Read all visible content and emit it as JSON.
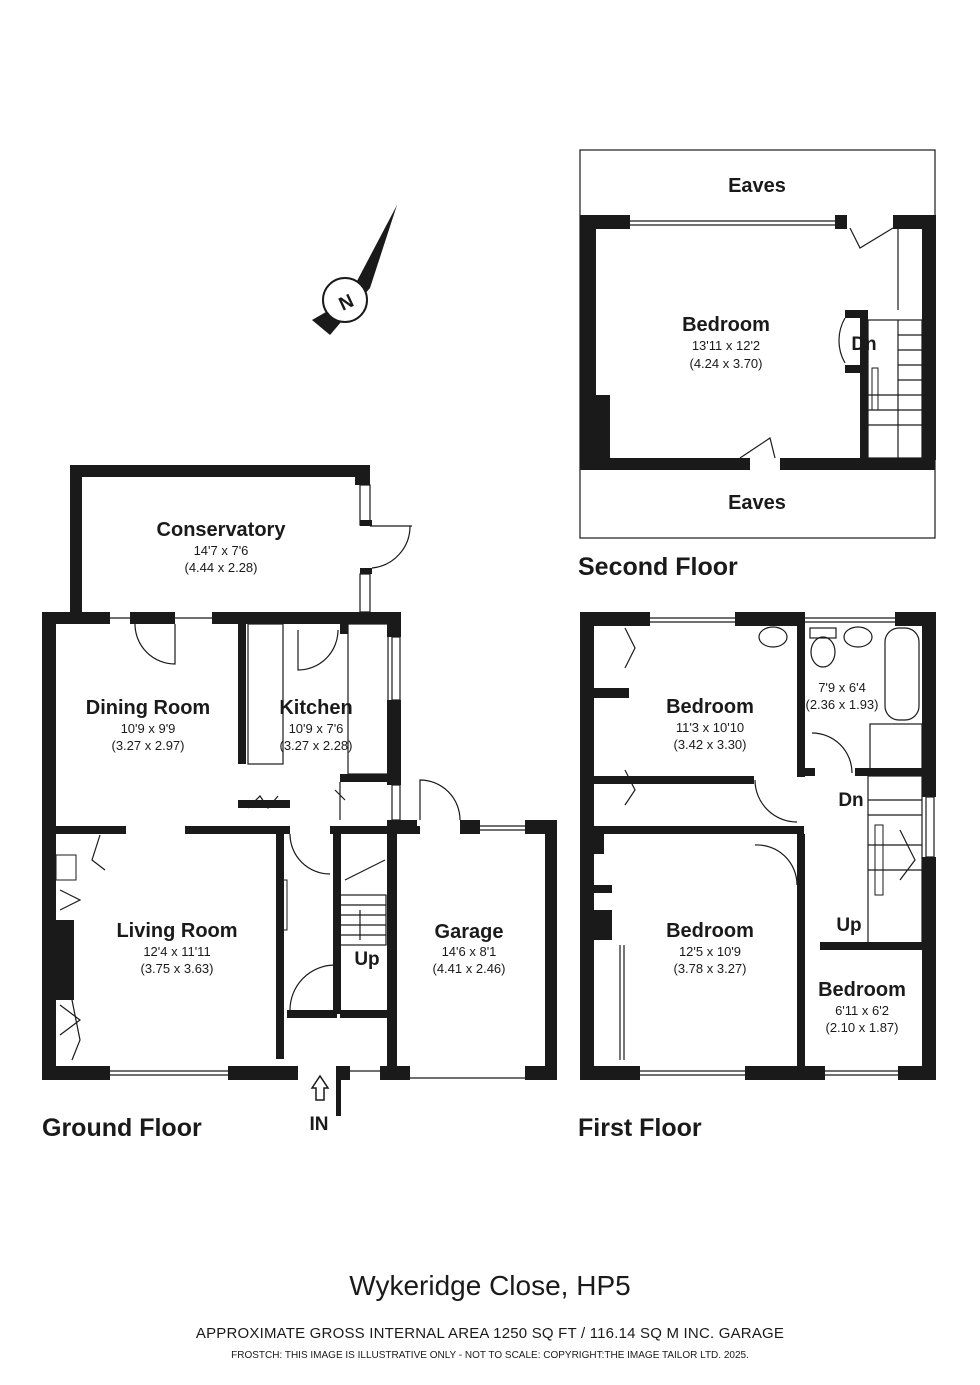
{
  "address": "Wykeridge Close, HP5",
  "area_text": "APPROXIMATE GROSS INTERNAL AREA 1250 SQ FT / 116.14 SQ M INC. GARAGE",
  "disclaimer": "FROSTCH: THIS IMAGE IS ILLUSTRATIVE ONLY - NOT TO SCALE: COPYRIGHT:THE IMAGE TAILOR LTD. 2025.",
  "compass": {
    "letter": "N",
    "icon": "north-arrow-icon"
  },
  "floors": {
    "ground": {
      "label": "Ground Floor",
      "entrance": "IN",
      "stairs": "Up",
      "rooms": {
        "conservatory": {
          "name": "Conservatory",
          "imperial": "14'7 x 7'6",
          "metric": "(4.44 x 2.28)"
        },
        "dining": {
          "name": "Dining Room",
          "imperial": "10'9 x 9'9",
          "metric": "(3.27 x 2.97)"
        },
        "kitchen": {
          "name": "Kitchen",
          "imperial": "10'9 x 7'6",
          "metric": "(3.27 x 2.28)"
        },
        "living": {
          "name": "Living Room",
          "imperial": "12'4 x 11'11",
          "metric": "(3.75 x 3.63)"
        },
        "garage": {
          "name": "Garage",
          "imperial": "14'6 x 8'1",
          "metric": "(4.41 x 2.46)"
        }
      }
    },
    "first": {
      "label": "First Floor",
      "stairs_down": "Dn",
      "stairs_up": "Up",
      "rooms": {
        "bedroom_front": {
          "name": "Bedroom",
          "imperial": "11'3 x 10'10",
          "metric": "(3.42 x 3.30)"
        },
        "bathroom": {
          "imperial": "7'9 x 6'4",
          "metric": "(2.36 x 1.93)"
        },
        "bedroom_rear": {
          "name": "Bedroom",
          "imperial": "12'5 x 10'9",
          "metric": "(3.78 x 3.27)"
        },
        "bedroom_small": {
          "name": "Bedroom",
          "imperial": "6'11 x 6'2",
          "metric": "(2.10 x 1.87)"
        }
      }
    },
    "second": {
      "label": "Second Floor",
      "stairs_down": "Dn",
      "eaves_top": "Eaves",
      "eaves_bottom": "Eaves",
      "rooms": {
        "bedroom": {
          "name": "Bedroom",
          "imperial": "13'11 x 12'2",
          "metric": "(4.24 x 3.70)"
        }
      }
    }
  }
}
